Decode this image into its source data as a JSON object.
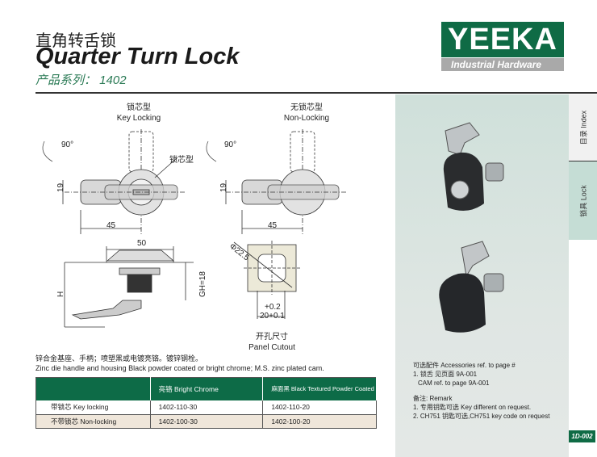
{
  "header": {
    "title_cn": "直角转舌锁",
    "title_en": "Quarter Turn Lock",
    "series": "产品系列： 1402"
  },
  "logo": {
    "brand": "YEEKA",
    "tagline": "Industrial Hardware"
  },
  "tabs": [
    {
      "label": "目录  Index"
    },
    {
      "label": "锁具  Lock"
    }
  ],
  "drawings": {
    "key_cn": "锁芯型",
    "key_en": "Key Locking",
    "non_cn": "无锁芯型",
    "non_en": "Non-Locking",
    "angle": "90°",
    "callout": "锁芯型",
    "dim_19": "19",
    "dim_45": "45",
    "dim_50": "50",
    "dim_h": "H",
    "dim_gh": "GH=18",
    "dia": "Φ22.5",
    "tol1": "+0.2",
    "tol2": "20+0.1",
    "cutout_cn": "开孔尺寸",
    "cutout_en": "Panel Cutout"
  },
  "description": {
    "cn": "锌合金基座、手柄；喷塑黑或电镀亮铬。镀锌钢栓。",
    "en": "Zinc die handle and housing Black powder coated or bright chrome; M.S. zinc plated cam."
  },
  "table": {
    "headers": [
      "",
      "亮铬 Bright Chrome",
      "麻面黑 Black Textured Powder Coated"
    ],
    "rows": [
      [
        "带锁芯 Key locking",
        "1402-110-30",
        "1402-110-20"
      ],
      [
        "不带锁芯 Non-locking",
        "1402-100-30",
        "1402-100-20"
      ]
    ]
  },
  "accessories": {
    "title": "可选配件 Accessories ref. to page #",
    "line1": "1. 锁舌 见页面 9A-001",
    "line2": "CAM  ref. to page 9A-001"
  },
  "remark": {
    "title": "备注: Remark",
    "line1": "1. 专用钥匙可选 Key different on request.",
    "line2": "2. CH751 钥匙可选,CH751 key code on request"
  },
  "page": "1D-002",
  "colors": {
    "brand_green": "#0f6b45",
    "table_row_alt": "#efe6da"
  }
}
